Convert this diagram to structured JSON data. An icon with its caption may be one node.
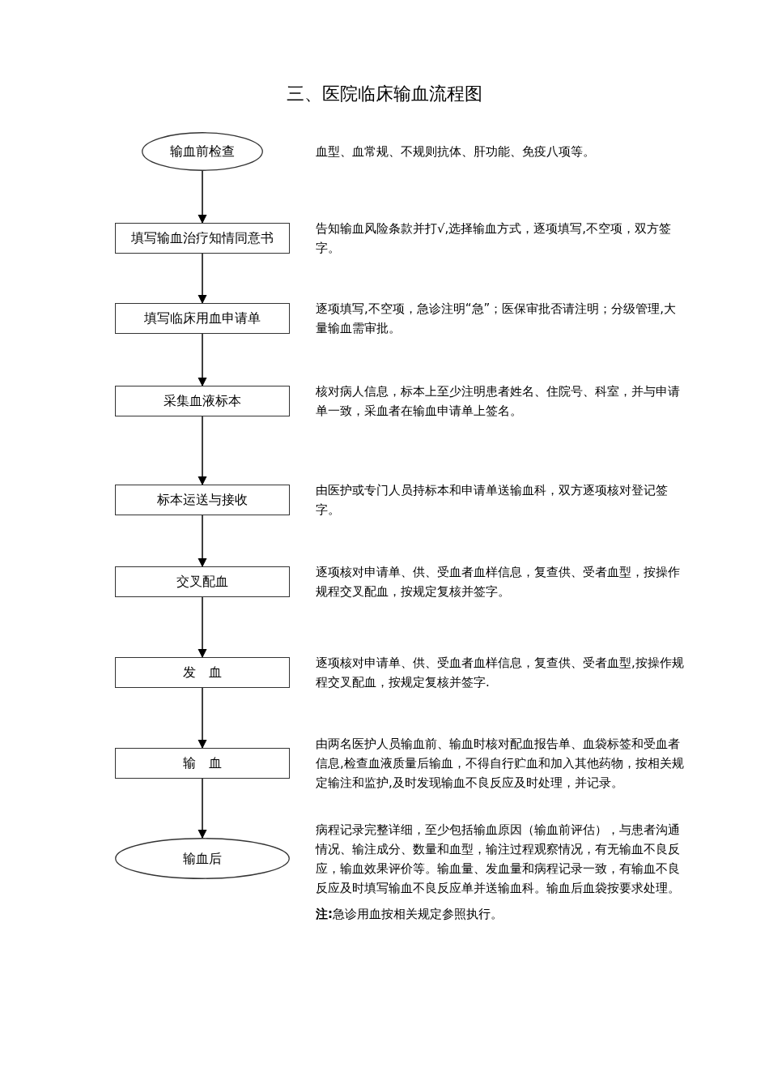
{
  "diagram": {
    "title": "三、医院临床输血流程图",
    "nodes": [
      {
        "text": [
          "输血前检查"
        ]
      },
      {
        "text": [
          "填写输血治疗知情同意书"
        ],
        "beside": [
          "告知输血风险条款并打√,选择输血方式，逐项填写,不空项，双方签字。"
        ]
      },
      {
        "text": [
          "填写临床用血申请单"
        ],
        "beside": [
          "逐项填写,不空项，急诊注明“急”；医保审批否请注明；分级管理,大量输血需审批。"
        ]
      },
      {
        "text": [
          "采集血液标本"
        ],
        "beside": [
          "核对病人信息，标本上至少注明患者姓名、住院号、科室，并与申请单一致，采血者在输血申请单上签名。"
        ]
      },
      {
        "text": [
          "标本运送与接收"
        ],
        "beside": [
          "由医护或专门人员持标本和申请单送输血科，双方逐项核对登记签字。"
        ]
      },
      {
        "text": [
          "交叉配血"
        ],
        "beside": [
          "逐项核对申请单、供、受血者血样信息，复查供、受者血型，按操作规程交叉配血，按规定复核并签字。"
        ]
      },
      {
        "text": [
          "发　血"
        ],
        "beside": [
          "逐项核对申请单、供、受血者血样信息，复查供、受者血型,按操作规程交叉配血，按规定复核并签字."
        ]
      },
      {
        "text": [
          "输　血"
        ],
        "beside": [
          "由两名医护人员输血前、输血时核对配血报告单、血袋标签和受血者信息,检查血液质量后输血，不得自行贮血和加入其他药物，按相关规定输注和监护,及时发现输血不良反应及时处理，并记录。"
        ]
      },
      {
        "text": [
          "输血后"
        ],
        "beside": [
          "病程记录完整详细，至少包括输血原因（输血前评估），与患者沟通情况、输注成分、数量和血型，输注过程观察情况，有无输血不良反应，输血效果评价等。输血量、发血量和病程记录一致，有输血不良反应及时填写输血不良反应单并送输血科。输血后血袋按要求处理。"
        ]
      }
    ],
    "edges": [
      {
        "from": 0,
        "to": 1,
        "arrow": "to"
      },
      {
        "from": 1,
        "to": 2,
        "arrow": "to"
      },
      {
        "from": 2,
        "to": 3,
        "arrow": "to"
      },
      {
        "from": 3,
        "to": 4,
        "arrow": "to"
      },
      {
        "from": 4,
        "to": 5,
        "arrow": "to"
      },
      {
        "from": 5,
        "to": 6,
        "arrow": "to"
      },
      {
        "from": 6,
        "to": 7,
        "arrow": "to"
      },
      {
        "from": 7,
        "to": 8,
        "arrow": "to"
      }
    ],
    "labels": [
      "血型、血常规、不规则抗体、肝功能、免疫八项等。",
      "**注:**急诊用血按相关规定参照执行。"
    ]
  }
}
